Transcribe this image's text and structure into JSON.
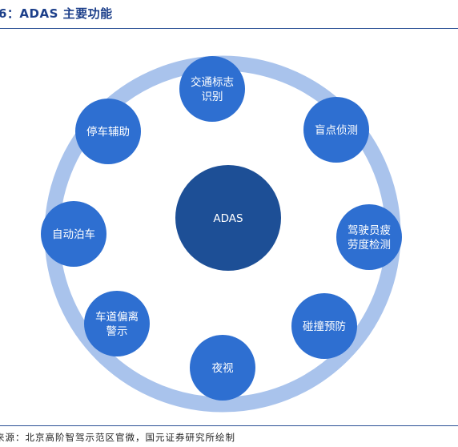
{
  "figure": {
    "title": "6：ADAS 主要功能",
    "source": "来源：北京高阶智驾示范区官微，国元证券研究所绘制"
  },
  "diagram": {
    "colors": {
      "ring": "#a9c3ec",
      "node": "#2e6fd1",
      "center": "#1d4f96",
      "text": "#ffffff"
    },
    "center": {
      "label": "ADAS"
    },
    "nodes": [
      {
        "id": "traffic-sign",
        "lines": [
          "交通标志",
          "识别"
        ]
      },
      {
        "id": "blind-spot",
        "lines": [
          "盲点侦测"
        ]
      },
      {
        "id": "fatigue",
        "lines": [
          "驾驶员疲",
          "劳度检测"
        ]
      },
      {
        "id": "collision",
        "lines": [
          "碰撞预防"
        ]
      },
      {
        "id": "night-vision",
        "lines": [
          "夜视"
        ]
      },
      {
        "id": "lane-departure",
        "lines": [
          "车道偏离",
          "警示"
        ]
      },
      {
        "id": "auto-park",
        "lines": [
          "自动泊车"
        ]
      },
      {
        "id": "park-assist",
        "lines": [
          "停车辅助"
        ]
      }
    ]
  }
}
